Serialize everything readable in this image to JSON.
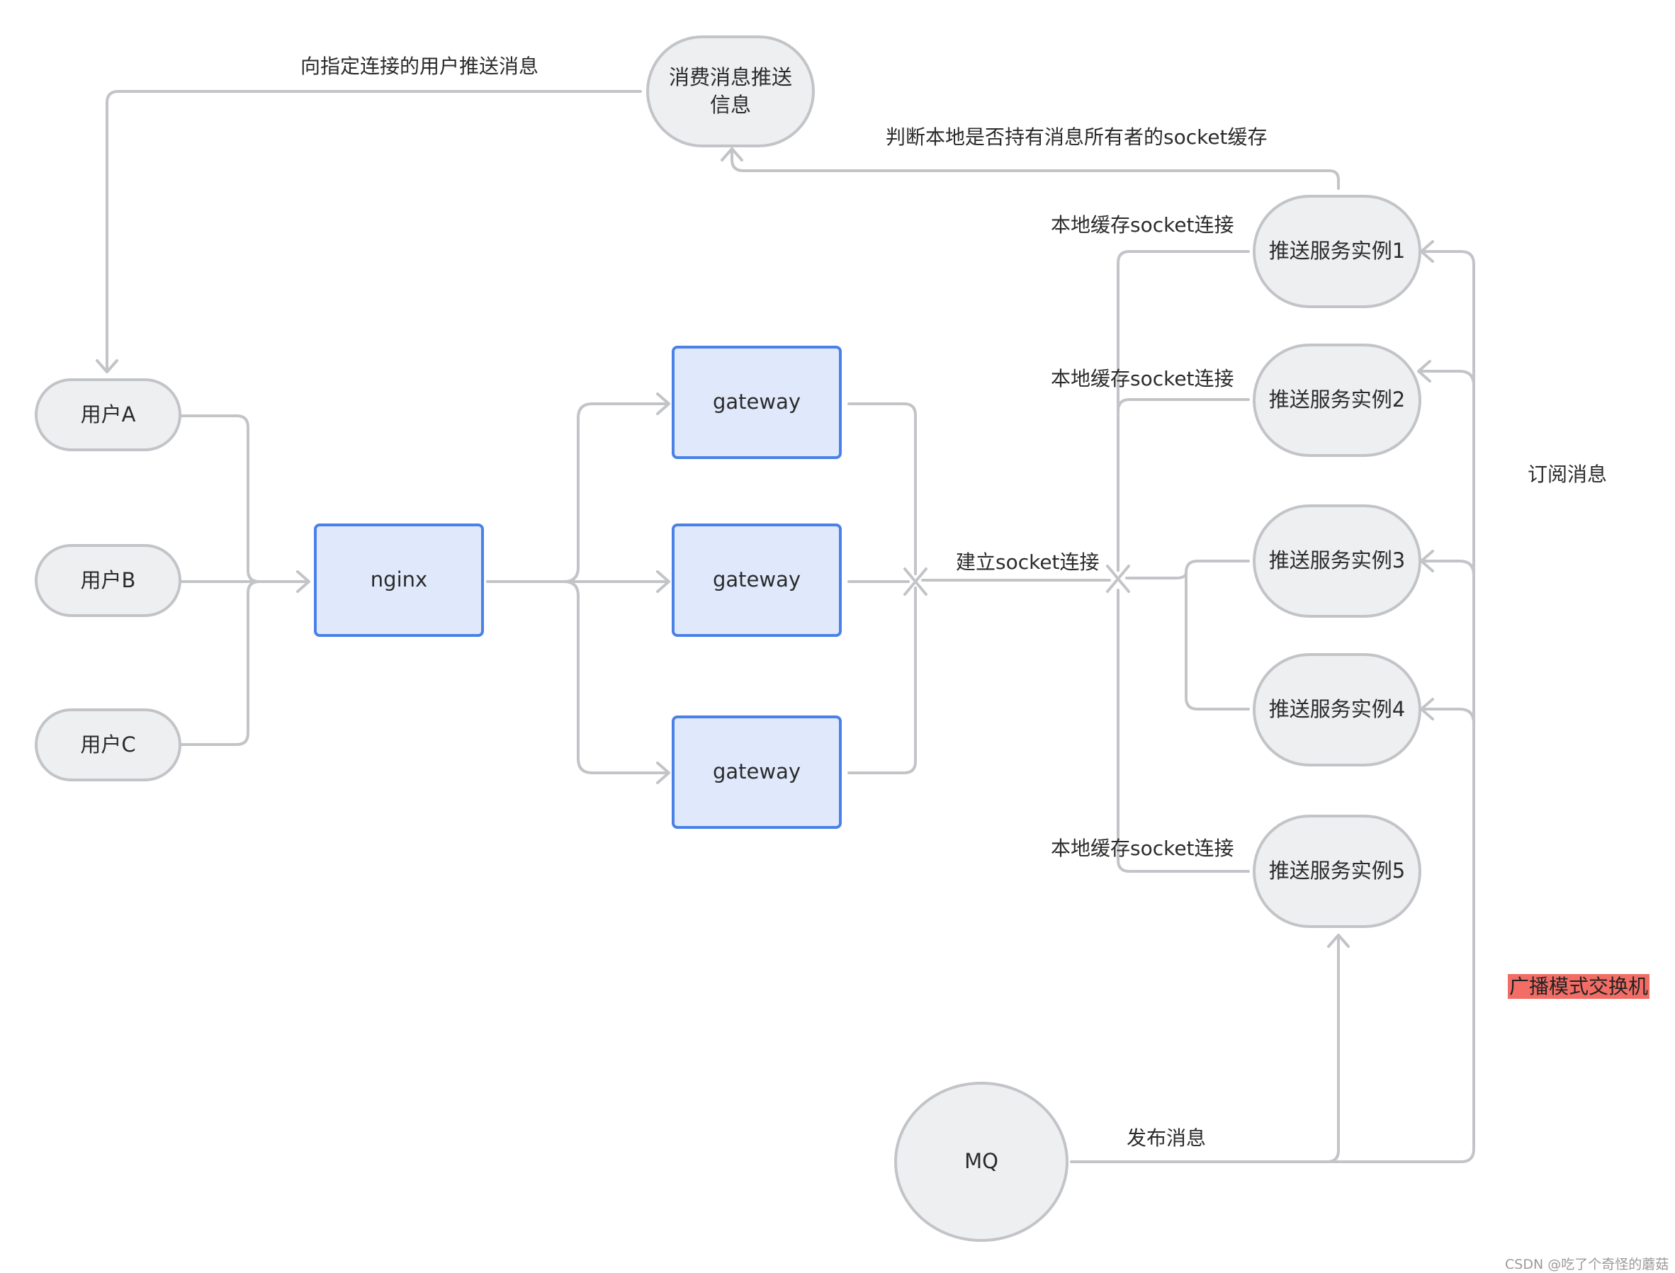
{
  "nodes": {
    "user_a": "用户A",
    "user_b": "用户B",
    "user_c": "用户C",
    "nginx": "nginx",
    "gateway_1": "gateway",
    "gateway_2": "gateway",
    "gateway_3": "gateway",
    "consume_push": "消费消息推送\n信息",
    "push_instance_1": "推送服务实例1",
    "push_instance_2": "推送服务实例2",
    "push_instance_3": "推送服务实例3",
    "push_instance_4": "推送服务实例4",
    "push_instance_5": "推送服务实例5",
    "mq": "MQ"
  },
  "labels": {
    "push_to_user": "向指定连接的用户推送消息",
    "judge_local": "判断本地是否持有消息所有者的socket缓存",
    "local_cache_1": "本地缓存socket连接",
    "local_cache_2": "本地缓存socket连接",
    "local_cache_5": "本地缓存socket连接",
    "establish_socket": "建立socket连接",
    "subscribe": "订阅消息",
    "broadcast_exchange": "广播模式交换机",
    "publish": "发布消息"
  },
  "watermark": "CSDN @吃了个奇怪的蘑菇",
  "colors": {
    "connector": "#c3c4c8",
    "pill_fill": "#eeeff1",
    "rect_fill": "#e0e9fc",
    "rect_border": "#4a81e6",
    "highlight": "#f16d66"
  }
}
